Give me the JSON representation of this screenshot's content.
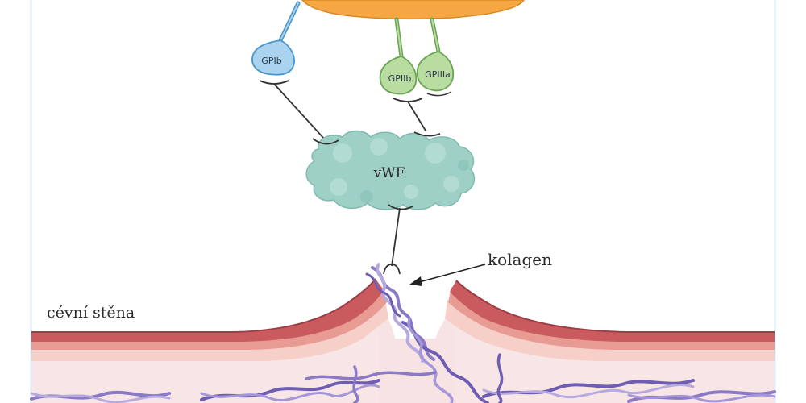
{
  "labels": {
    "gpib": "GPIb",
    "gpiib": "GPIIb",
    "gpiiia": "GPIIIa",
    "vwf": "vWF",
    "collagen": "kolagen",
    "vessel_wall": "cévní stěna"
  },
  "colors": {
    "platelet": "#f4a742",
    "gpib": "#a9d3ee",
    "gpib_stroke": "#4a95c9",
    "gpii": "#b9dca0",
    "gpii_stroke": "#6aa554",
    "vwf": "#9ed0c6",
    "wall_dark": "#c95a5d",
    "wall_mid": "#e89b93",
    "wall_light": "#f6d0c8",
    "tissue": "#f7e3e3",
    "collagen": "#8a79c4",
    "frame": "#b8d6ea"
  }
}
